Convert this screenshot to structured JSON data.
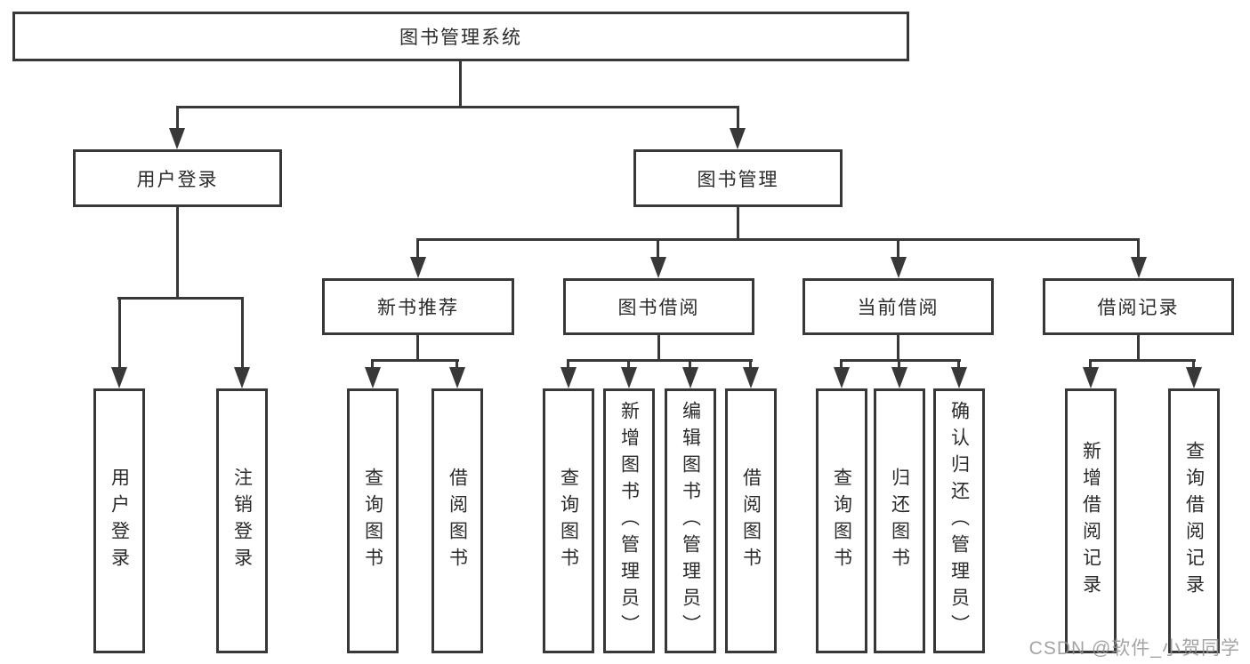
{
  "tree": {
    "root": {
      "label": "图书管理系统",
      "children": [
        {
          "label": "用户登录",
          "children": [
            {
              "label": "用户登录"
            },
            {
              "label": "注销登录"
            }
          ]
        },
        {
          "label": "图书管理",
          "children": [
            {
              "label": "新书推荐",
              "children": [
                {
                  "label": "查询图书"
                },
                {
                  "label": "借阅图书"
                }
              ]
            },
            {
              "label": "图书借阅",
              "children": [
                {
                  "label": "查询图书"
                },
                {
                  "label": "新增图书（管理员）"
                },
                {
                  "label": "编辑图书（管理员）"
                },
                {
                  "label": "借阅图书"
                }
              ]
            },
            {
              "label": "当前借阅",
              "children": [
                {
                  "label": "查询图书"
                },
                {
                  "label": "归还图书"
                },
                {
                  "label": "确认归还（管理员）"
                }
              ]
            },
            {
              "label": "借阅记录",
              "children": [
                {
                  "label": "新增借阅记录"
                },
                {
                  "label": "查询借阅记录"
                }
              ]
            }
          ]
        }
      ]
    }
  },
  "watermark": {
    "text": "CSDN @软件_小贺同学"
  },
  "colors": {
    "line": "#383838",
    "text": "#2b2b2b",
    "box_background": "#ffffff",
    "watermark": "#949494"
  }
}
